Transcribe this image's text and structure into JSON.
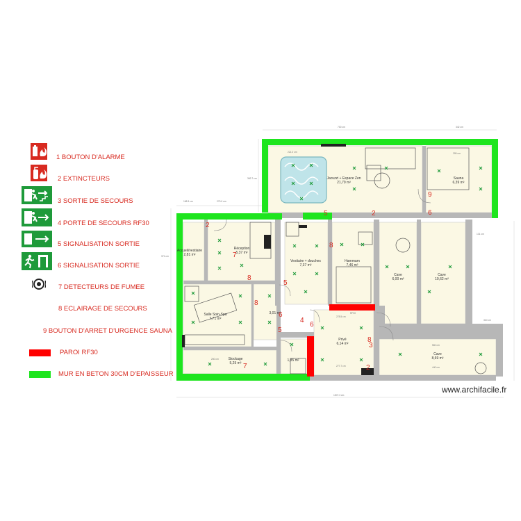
{
  "legend": [
    {
      "id": "1",
      "text": "1 BOUTON D'ALARME",
      "icon": "fire-alarm-button-icon"
    },
    {
      "id": "2",
      "text": "2 EXTINCTEURS",
      "icon": "fire-extinguisher-icon"
    },
    {
      "id": "3",
      "text": "3 SORTIE DE SECOURS",
      "icon": "emergency-exit-sign-icon"
    },
    {
      "id": "4",
      "text": "4 PORTE DE SECOURS RF30",
      "icon": "emergency-door-sign-icon"
    },
    {
      "id": "5",
      "text": "5 SIGNALISATION SORTIE",
      "icon": "exit-sign-icon"
    },
    {
      "id": "6",
      "text": "6 SIGNALISATION SORTIE",
      "icon": "exit-sign-running-icon"
    },
    {
      "id": "7",
      "text": "7 DETECTEURS DE FUMEE",
      "icon": "smoke-detector-icon"
    },
    {
      "id": "8",
      "text": "8 ECLAIRAGE DE SECOURS",
      "icon": ""
    },
    {
      "id": "9",
      "text": "9 BOUTON D'ARRET D'URGENCE SAUNA",
      "icon": ""
    },
    {
      "id": "rf30",
      "text": "PAROI RF30",
      "icon": "red-swatch"
    },
    {
      "id": "beton",
      "text": "MUR EN BETON 30CM D'EPAISSEUR",
      "icon": "green-swatch"
    }
  ],
  "colors": {
    "fire_red": "#d82a20",
    "exit_green": "#1e9a3a",
    "wall_green": "#1ee51e",
    "rf30_red": "#ff0000",
    "wall_grey": "#b7b7b7",
    "floor": "#fbf8e4"
  },
  "rooms": [
    {
      "name": "Jacuzzi + Espace Zen",
      "area": "21,79 m²"
    },
    {
      "name": "Sauna",
      "area": "6,39 m²"
    },
    {
      "name": "Accueil/vestiaire",
      "area": "2,81 m²"
    },
    {
      "name": "Réception",
      "area": "5,37 m²"
    },
    {
      "name": "Vestiaire + douches",
      "area": "7,37 m²"
    },
    {
      "name": "Hammam",
      "area": "7,46 m²"
    },
    {
      "name": "Cave",
      "area": "6,00 m²"
    },
    {
      "name": "Cave",
      "area": "10,62 m²"
    },
    {
      "name": "Salle Soin-Spa",
      "area": "7,71 m²"
    },
    {
      "name": "Privé",
      "area": "6,14 m²"
    },
    {
      "name": "Cave",
      "area": "8,69 m²"
    },
    {
      "name": "Stockage",
      "area": "5,25 m²"
    },
    {
      "name": "",
      "area": "3,01 m²"
    },
    {
      "name": "",
      "area": "1,85 m²"
    }
  ],
  "rf30_label": "RF30",
  "markers": [
    "6",
    "5",
    "2",
    "9",
    "2",
    "7",
    "8",
    "5",
    "8",
    "8",
    "5",
    "6",
    "4",
    "6",
    "8",
    "3",
    "2",
    "7"
  ],
  "dimensions": [
    "700 cm",
    "342 cm",
    "168.3 cm",
    "270.0 cm",
    "1007.3 cm",
    "221.0 cm",
    "362.7 cm",
    "371 cm",
    "131 cm",
    "395 cm",
    "260 cm",
    "278.5 cm",
    "277.7 cm",
    "560 cm",
    "440 cm",
    "310 cm"
  ],
  "watermark": "www.archifacile.fr"
}
